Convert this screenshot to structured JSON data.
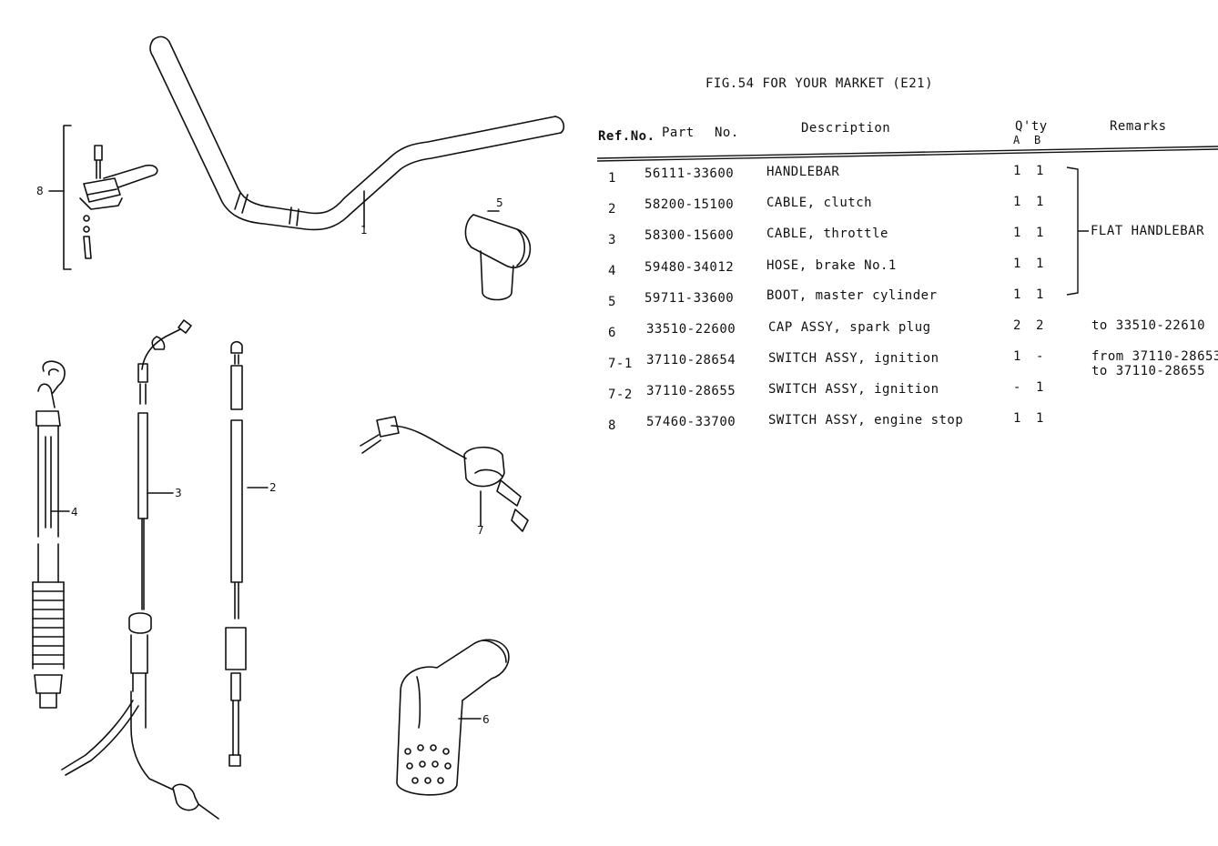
{
  "figure": {
    "title": "FIG.54  FOR YOUR MARKET (E21)"
  },
  "table": {
    "headers": {
      "ref_no": "Ref.No.",
      "part": "Part",
      "no": "No.",
      "description": "Description",
      "qty": "Q'ty",
      "qty_a": "A",
      "qty_b": "B",
      "remarks": "Remarks"
    },
    "rows": [
      {
        "ref": "1",
        "part": "56111-33600",
        "desc": "HANDLEBAR",
        "a": "1",
        "b": "1",
        "remark": ""
      },
      {
        "ref": "2",
        "part": "58200-15100",
        "desc": "CABLE, clutch",
        "a": "1",
        "b": "1",
        "remark": ""
      },
      {
        "ref": "3",
        "part": "58300-15600",
        "desc": "CABLE, throttle",
        "a": "1",
        "b": "1",
        "remark": ""
      },
      {
        "ref": "4",
        "part": "59480-34012",
        "desc": "HOSE, brake No.1",
        "a": "1",
        "b": "1",
        "remark": ""
      },
      {
        "ref": "5",
        "part": "59711-33600",
        "desc": "BOOT, master cylinder",
        "a": "1",
        "b": "1",
        "remark": ""
      },
      {
        "ref": "6",
        "part": "33510-22600",
        "desc": "CAP ASSY, spark plug",
        "a": "2",
        "b": "2",
        "remark": "to 33510-22610"
      },
      {
        "ref": "7-1",
        "part": "37110-28654",
        "desc": "SWITCH ASSY, ignition",
        "a": "1",
        "b": "-",
        "remark": "from 37110-28653"
      },
      {
        "ref": "7-2",
        "part": "37110-28655",
        "desc": "SWITCH ASSY, ignition",
        "a": "-",
        "b": "1",
        "remark": ""
      },
      {
        "ref": "8",
        "part": "57460-33700",
        "desc": "SWITCH ASSY, engine stop",
        "a": "1",
        "b": "1",
        "remark": ""
      }
    ],
    "remark_extra": "to 37110-28655",
    "group_remark": "FLAT HANDLEBAR"
  },
  "callouts": [
    "1",
    "2",
    "3",
    "4",
    "5",
    "6",
    "7",
    "8"
  ]
}
